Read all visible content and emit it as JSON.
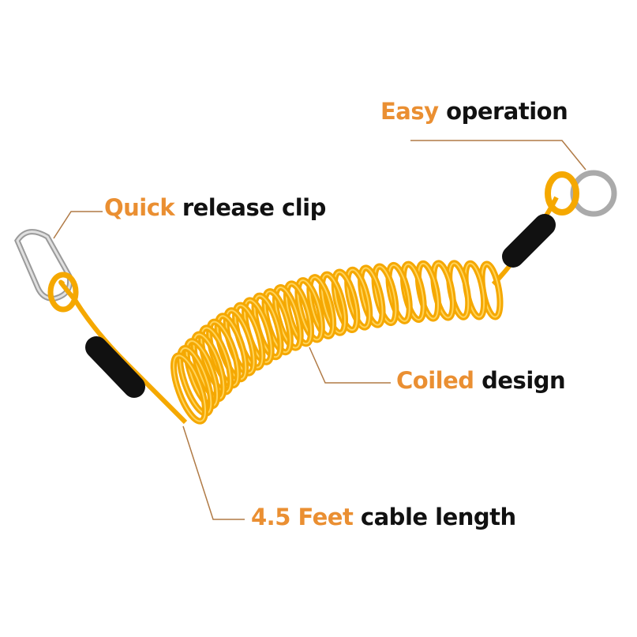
{
  "colors": {
    "accent": "#ea8f32",
    "coil": "#f5a800",
    "sleeve": "#111111",
    "metal": "#b8b8b8",
    "leader": "#b07a45"
  },
  "labels": {
    "easy": {
      "highlight": "Easy",
      "rest": "operation"
    },
    "quick": {
      "highlight": "Quick",
      "rest": "release clip"
    },
    "coiled": {
      "highlight": "Coiled",
      "rest": "design"
    },
    "length": {
      "highlight": "4.5 Feet",
      "rest": "cable length"
    }
  }
}
